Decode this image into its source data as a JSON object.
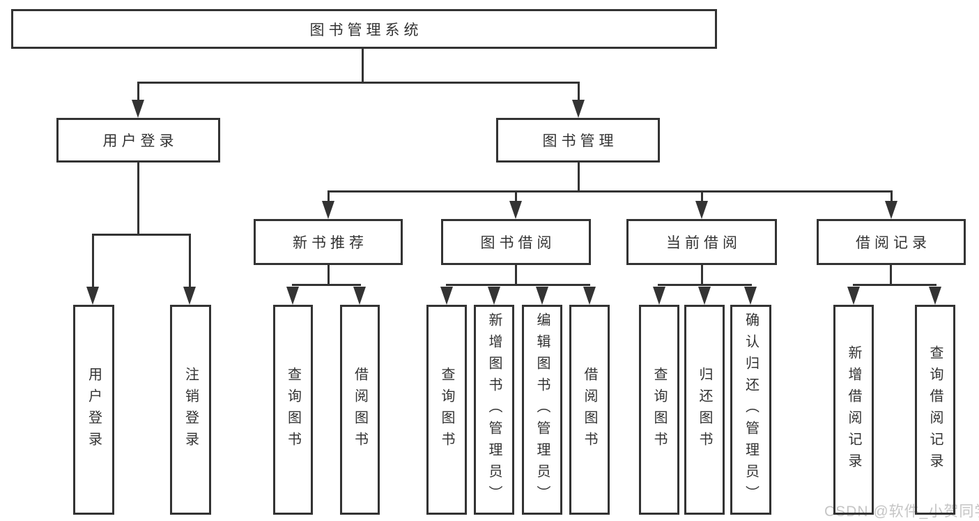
{
  "diagram": {
    "root": {
      "label": "图书管理系统"
    },
    "branches": [
      {
        "label": "用户登录",
        "children": [
          {
            "label": "用户登录"
          },
          {
            "label": "注销登录"
          }
        ]
      },
      {
        "label": "图书管理",
        "children": [
          {
            "label": "新书推荐",
            "children": [
              {
                "label": "查询图书"
              },
              {
                "label": "借阅图书"
              }
            ]
          },
          {
            "label": "图书借阅",
            "children": [
              {
                "label": "查询图书"
              },
              {
                "label": "新增图书（管理员）"
              },
              {
                "label": "编辑图书（管理员）"
              },
              {
                "label": "借阅图书"
              }
            ]
          },
          {
            "label": "当前借阅",
            "children": [
              {
                "label": "查询图书"
              },
              {
                "label": "归还图书"
              },
              {
                "label": "确认归还（管理员）"
              }
            ]
          },
          {
            "label": "借阅记录",
            "children": [
              {
                "label": "新增借阅记录"
              },
              {
                "label": "查询借阅记录"
              }
            ]
          }
        ]
      }
    ],
    "watermark": "CSDN @软件_小贺同学",
    "colors": {
      "line": "#333333",
      "text": "#333333",
      "watermark": "#c5c5c5",
      "background": "#ffffff"
    }
  }
}
